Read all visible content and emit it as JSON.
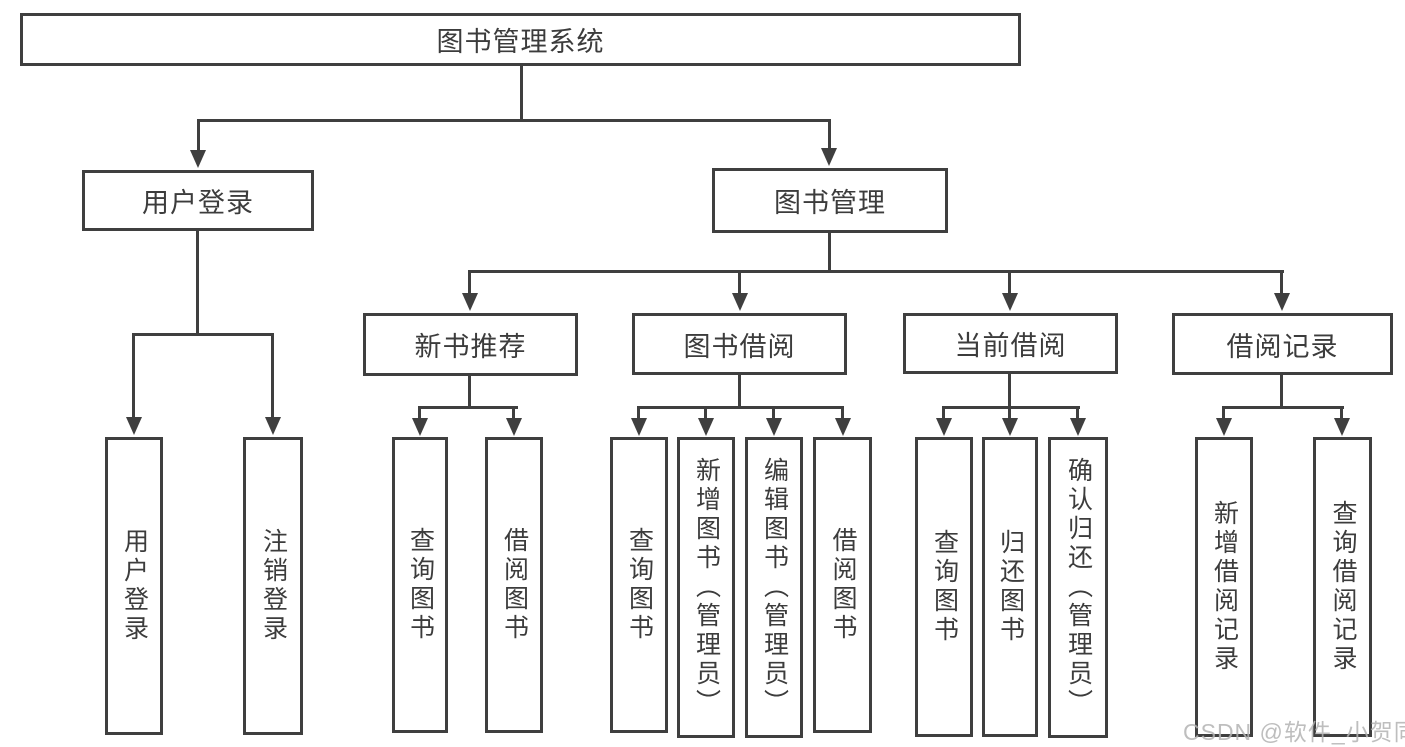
{
  "colors": {
    "line": "#3f3f3f",
    "text": "#3c3c3c",
    "box_background": "#ffffff",
    "watermark": "#b3b3b3"
  },
  "watermark": {
    "text": "CSDN @软件_小贺同学"
  },
  "diagram": {
    "root": {
      "label": "图书管理系统"
    },
    "branches": [
      {
        "label": "用户登录",
        "children": [
          {
            "label": "用户登录"
          },
          {
            "label": "注销登录"
          }
        ]
      },
      {
        "label": "图书管理",
        "children": [
          {
            "label": "新书推荐",
            "children": [
              {
                "label": "查询图书"
              },
              {
                "label": "借阅图书"
              }
            ]
          },
          {
            "label": "图书借阅",
            "children": [
              {
                "label": "查询图书"
              },
              {
                "label": "新增图书（管理员）"
              },
              {
                "label": "编辑图书（管理员）"
              },
              {
                "label": "借阅图书"
              }
            ]
          },
          {
            "label": "当前借阅",
            "children": [
              {
                "label": "查询图书"
              },
              {
                "label": "归还图书"
              },
              {
                "label": "确认归还（管理员）"
              }
            ]
          },
          {
            "label": "借阅记录",
            "children": [
              {
                "label": "新增借阅记录"
              },
              {
                "label": "查询借阅记录"
              }
            ]
          }
        ]
      }
    ]
  }
}
